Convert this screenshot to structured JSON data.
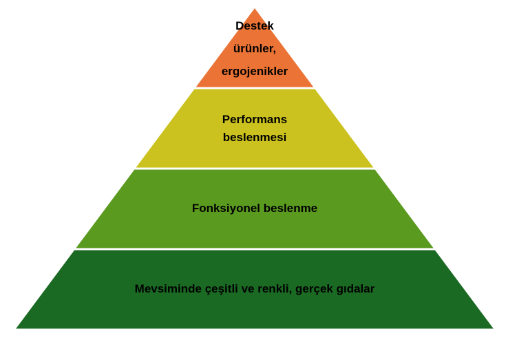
{
  "title": "Nutrition pyramid",
  "levels": [
    {
      "lines": [
        "Destek",
        "ürünler,",
        "ergojenikler"
      ],
      "color": "#EA7335"
    },
    {
      "lines": [
        "Performans",
        "beslenmesi"
      ],
      "color": "#CBC21F"
    },
    {
      "lines": [
        "Fonksiyonel beslenme"
      ],
      "color": "#5A9A1F"
    },
    {
      "lines": [
        "Mevsiminde çeşitli ve renkli, gerçek gıdalar"
      ],
      "color": "#1B6A23"
    }
  ]
}
